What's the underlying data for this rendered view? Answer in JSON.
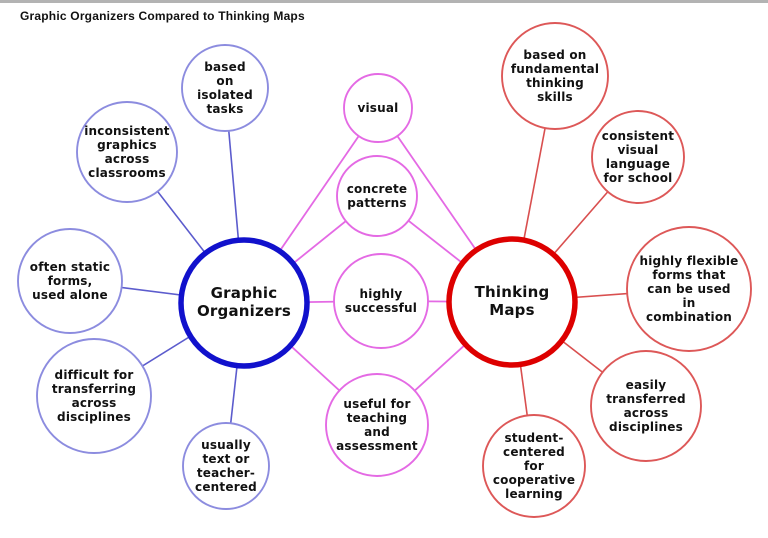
{
  "title": "Graphic Organizers Compared to Thinking Maps",
  "colors": {
    "background": "#ffffff",
    "top_strip": "#b3b3b3",
    "label_text": "#111111",
    "go_center_stroke": "#1111cc",
    "go_satellite_stroke": "#8c8cdf",
    "go_line": "#5c5ccd",
    "shared_stroke": "#e46ae4",
    "shared_line": "#e46ae4",
    "tm_center_stroke": "#dd0000",
    "tm_satellite_stroke": "#dd5858",
    "tm_line": "#d94f4f"
  },
  "diagram": {
    "centers": [
      {
        "id": "graphic-organizers",
        "label": "Graphic\nOrganizers"
      },
      {
        "id": "thinking-maps",
        "label": "Thinking\nMaps"
      }
    ],
    "go_satellites": [
      {
        "id": "based-on-isolated-tasks",
        "label": "based\non\nisolated\ntasks"
      },
      {
        "id": "inconsistent-graphics-across-classrooms",
        "label": "inconsistent\ngraphics\nacross\nclassrooms"
      },
      {
        "id": "often-static-forms-used-alone",
        "label": "often static\nforms,\nused alone"
      },
      {
        "id": "difficult-for-transferring-across-disciplines",
        "label": "difficult for\ntransferring\nacross\ndisciplines"
      },
      {
        "id": "usually-text-or-teacher-centered",
        "label": "usually\ntext or\nteacher-\ncentered"
      }
    ],
    "shared_nodes": [
      {
        "id": "visual",
        "label": "visual"
      },
      {
        "id": "concrete-patterns",
        "label": "concrete\npatterns"
      },
      {
        "id": "highly-successful",
        "label": "highly\nsuccessful"
      },
      {
        "id": "useful-for-teaching-and-assessment",
        "label": "useful for\nteaching\nand\nassessment"
      }
    ],
    "tm_satellites": [
      {
        "id": "based-on-fundamental-thinking-skills",
        "label": "based on\nfundamental\nthinking\nskills"
      },
      {
        "id": "consistent-visual-language-for-school",
        "label": "consistent\nvisual\nlanguage\nfor school"
      },
      {
        "id": "highly-flexible-forms-combination",
        "label": "highly flexible\nforms that\ncan be used\nin\ncombination"
      },
      {
        "id": "easily-transferred-across-disciplines",
        "label": "easily\ntransferred\nacross\ndisciplines"
      },
      {
        "id": "student-centered-for-cooperative-learning",
        "label": "student-\ncentered\nfor\ncooperative\nlearning"
      }
    ]
  }
}
